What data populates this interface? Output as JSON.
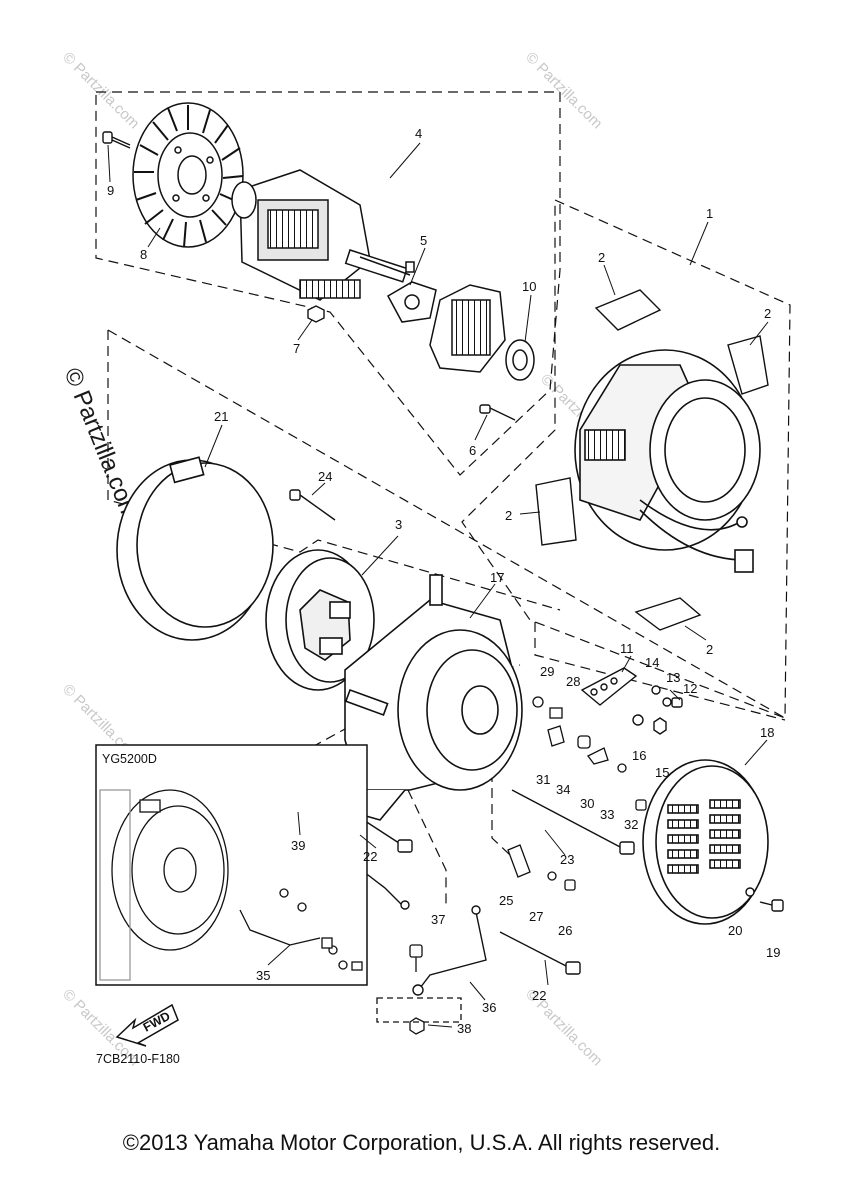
{
  "diagram": {
    "variant_label": "YG5200D",
    "direction_label": "FWD",
    "figure_code": "7CB2110-F180",
    "copyright": "©2013 Yamaha Motor Corporation, U.S.A. All rights reserved.",
    "watermarks": [
      "© Partzilla.com",
      "© Partzilla.com",
      "© Partzilla.com",
      "© Partzilla.com",
      "© Partzilla.com",
      "© Partzilla.com"
    ],
    "big_watermark": "© Partzilla.com",
    "callouts": [
      "1",
      "2",
      "2",
      "2",
      "2",
      "3",
      "4",
      "5",
      "6",
      "7",
      "8",
      "9",
      "10",
      "11",
      "12",
      "13",
      "14",
      "15",
      "16",
      "17",
      "18",
      "19",
      "20",
      "21",
      "22",
      "22",
      "23",
      "24",
      "25",
      "26",
      "27",
      "28",
      "29",
      "30",
      "31",
      "32",
      "33",
      "34",
      "35",
      "36",
      "37",
      "38",
      "39"
    ]
  }
}
